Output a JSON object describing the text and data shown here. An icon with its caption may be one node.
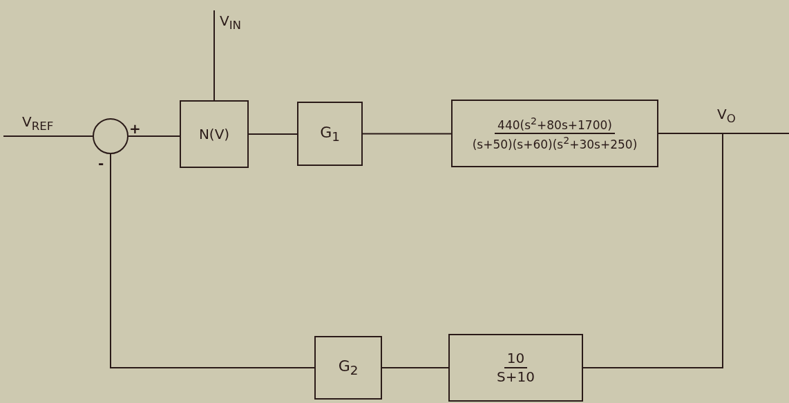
{
  "diagram": {
    "nodes": [
      {
        "text": [],
        "shape": "circle",
        "beside": [
          "+",
          "-"
        ]
      },
      {
        "text": [
          "N(V)"
        ]
      },
      {
        "text": [
          "G$_{1}$"
        ]
      },
      {
        "text": [
          "440(s$^{2}$+80s+1700)",
          "(s+50)(s+60)(s$^{2}$+30s+250)"
        ]
      },
      {
        "text": [
          "10",
          "S+10"
        ]
      },
      {
        "text": [
          "G$_{2}$"
        ]
      }
    ],
    "edges": [
      {
        "from": null,
        "to": 0,
        "arrow": "none",
        "label": "V$_{REF}$"
      },
      {
        "from": null,
        "to": 1,
        "arrow": "none",
        "label": "V$_{IN}$"
      },
      {
        "from": 0,
        "to": 1,
        "arrow": "none"
      },
      {
        "from": 1,
        "to": 2,
        "arrow": "none"
      },
      {
        "from": 2,
        "to": 3,
        "arrow": "none"
      },
      {
        "from": 3,
        "to": null,
        "arrow": "none",
        "label": "V$_{O}$"
      },
      {
        "from": 3,
        "to": 4,
        "arrow": "none"
      },
      {
        "from": 4,
        "to": 5,
        "arrow": "none"
      },
      {
        "from": 5,
        "to": 0,
        "arrow": "none"
      }
    ]
  }
}
